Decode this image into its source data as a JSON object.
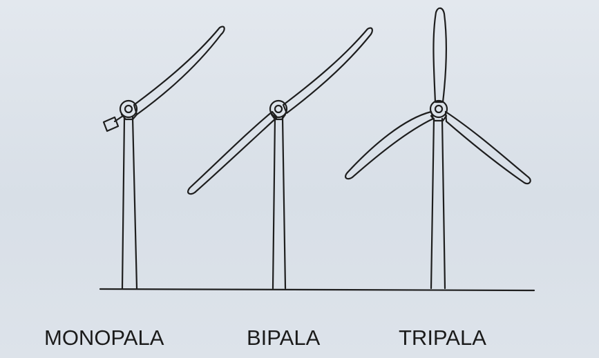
{
  "diagram": {
    "labels": {
      "monopala": "MONOPALA",
      "bipala": "BIPALA",
      "tripala": "TRIPALA"
    },
    "colors": {
      "ink": "#1e1e1e",
      "paper": "#dde3ea"
    }
  }
}
